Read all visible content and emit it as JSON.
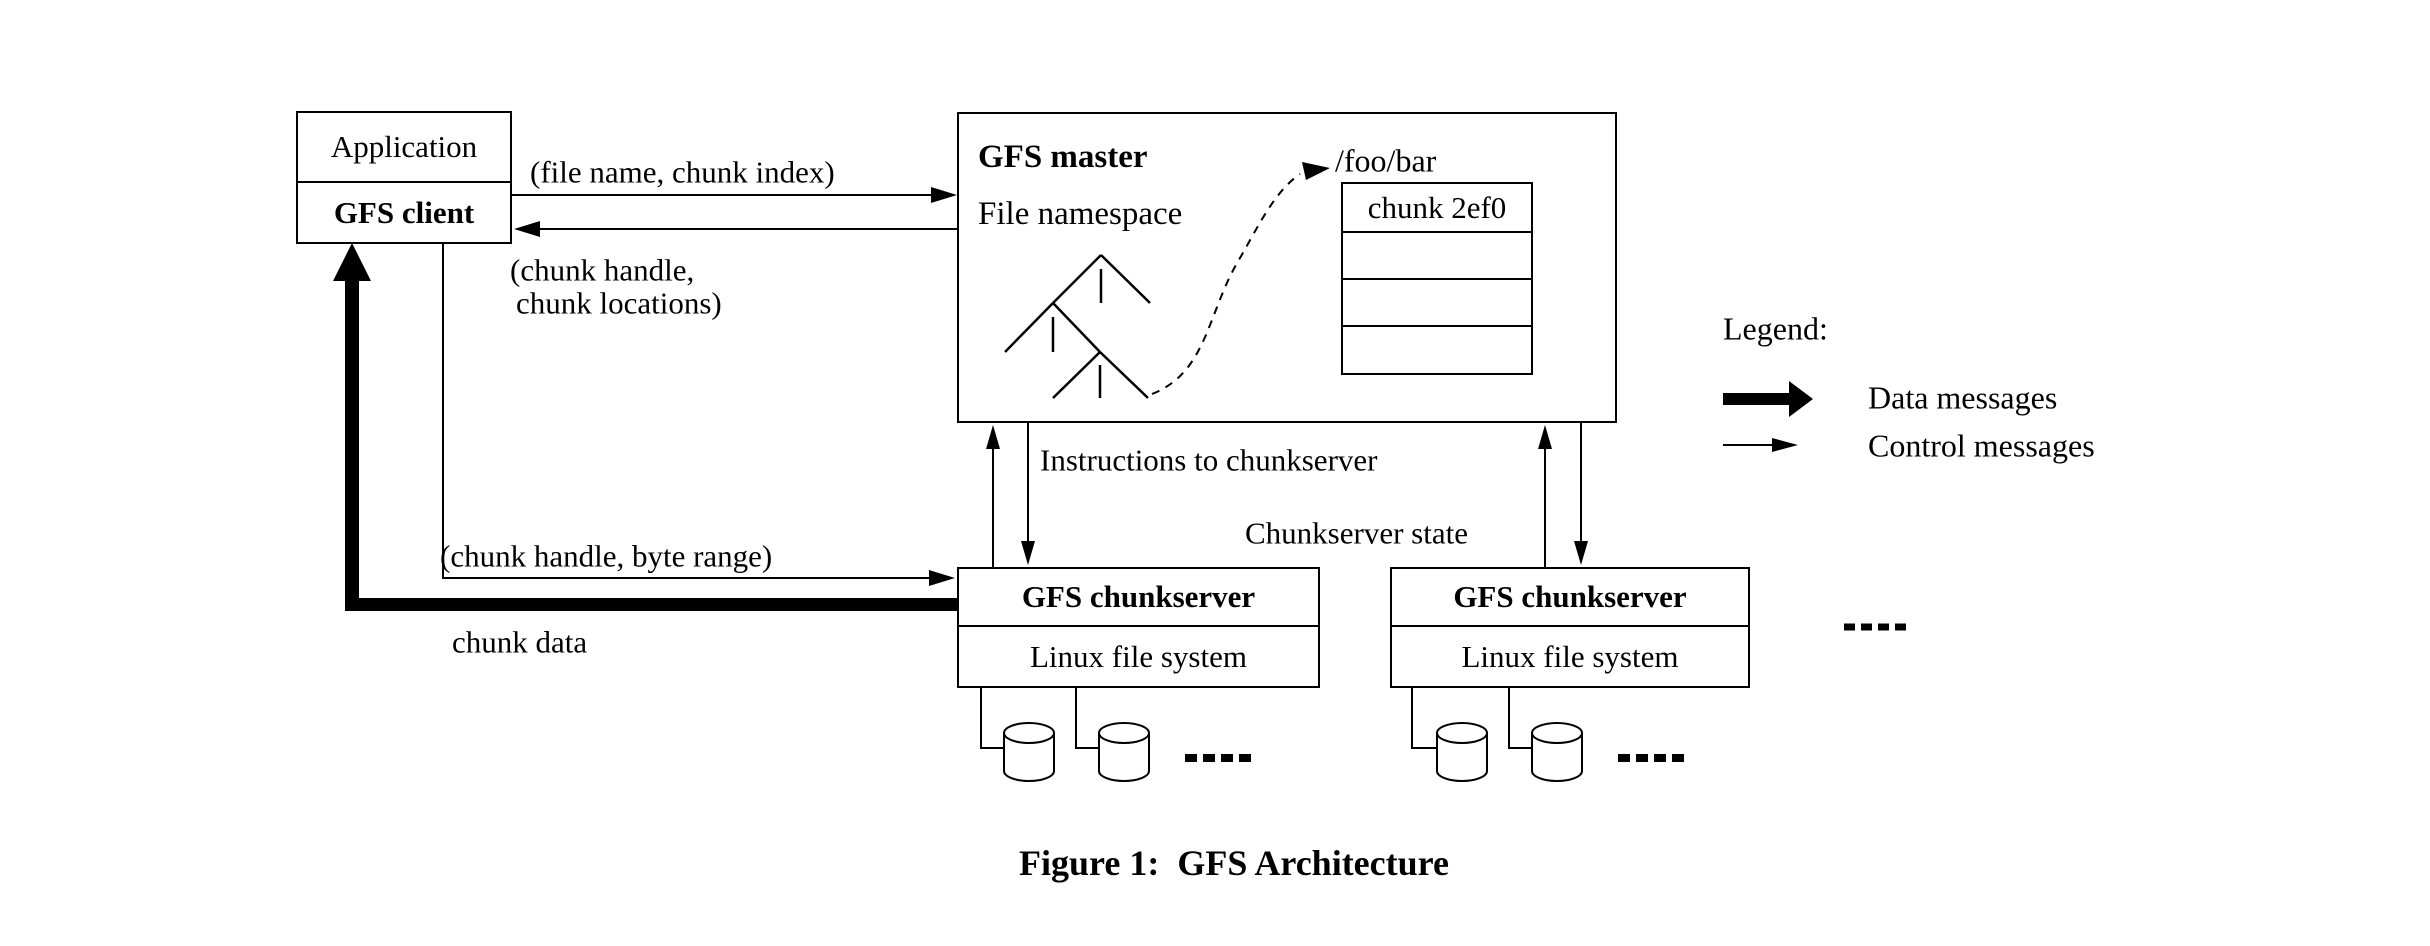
{
  "canvas": {
    "background": "#ffffff",
    "stroke": "#000000"
  },
  "client_stack": {
    "rows": [
      {
        "label": "Application"
      },
      {
        "label": "GFS client"
      }
    ]
  },
  "master": {
    "title": "GFS master",
    "subtitle": "File namespace",
    "file_path": "/foo/bar",
    "chunk_table": {
      "header": "chunk 2ef0",
      "empty_row_count": 3
    }
  },
  "chunkservers": [
    {
      "title": "GFS chunkserver",
      "subtitle": "Linux file system"
    },
    {
      "title": "GFS chunkserver",
      "subtitle": "Linux file system"
    }
  ],
  "arrow_labels": {
    "file_name_chunk_index": "(file name, chunk index)",
    "chunk_handle_locations_line1": "(chunk handle,",
    "chunk_handle_locations_line2": "chunk locations)",
    "chunk_handle_byte_range": "(chunk handle, byte range)",
    "chunk_data": "chunk data",
    "instructions_to_chunkserver": "Instructions to chunkserver",
    "chunkserver_state": "Chunkserver state"
  },
  "legend": {
    "title": "Legend:",
    "items": [
      {
        "label": "Data messages",
        "arrow_style": "thick"
      },
      {
        "label": "Control messages",
        "arrow_style": "thin"
      }
    ]
  },
  "caption": "Figure 1:  GFS Architecture"
}
